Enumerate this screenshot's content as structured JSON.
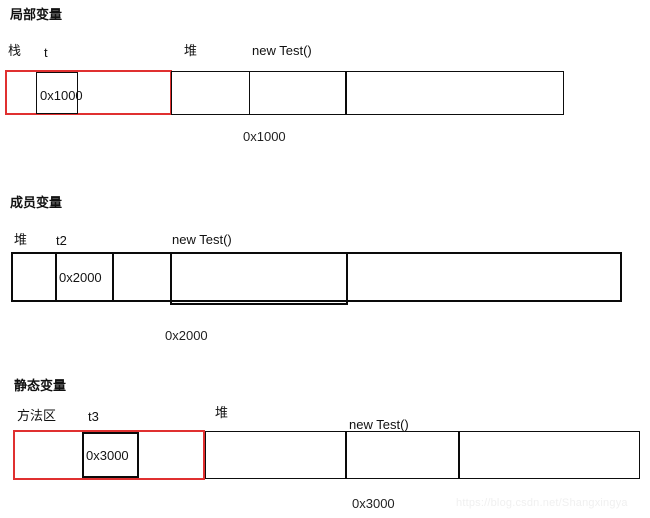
{
  "watermark": "https://blog.csdn.net/Shangxingya",
  "sections": [
    {
      "id": "local-variable",
      "heading": "局部变量",
      "labels": {
        "stack": "栈",
        "variable": "t",
        "heap": "堆",
        "object": "new Test()"
      },
      "stack_cell_value": "0x1000",
      "address_label": "0x1000"
    },
    {
      "id": "member-variable",
      "heading": "成员变量",
      "labels": {
        "stack": "堆",
        "variable": "t2",
        "object": "new Test()"
      },
      "stack_cell_value": "0x2000",
      "address_label": "0x2000"
    },
    {
      "id": "static-variable",
      "heading": "静态变量",
      "labels": {
        "stack": "方法区",
        "variable": "t3",
        "heap": "堆",
        "object": "new Test()"
      },
      "stack_cell_value": "0x3000",
      "address_label": "0x3000"
    }
  ]
}
